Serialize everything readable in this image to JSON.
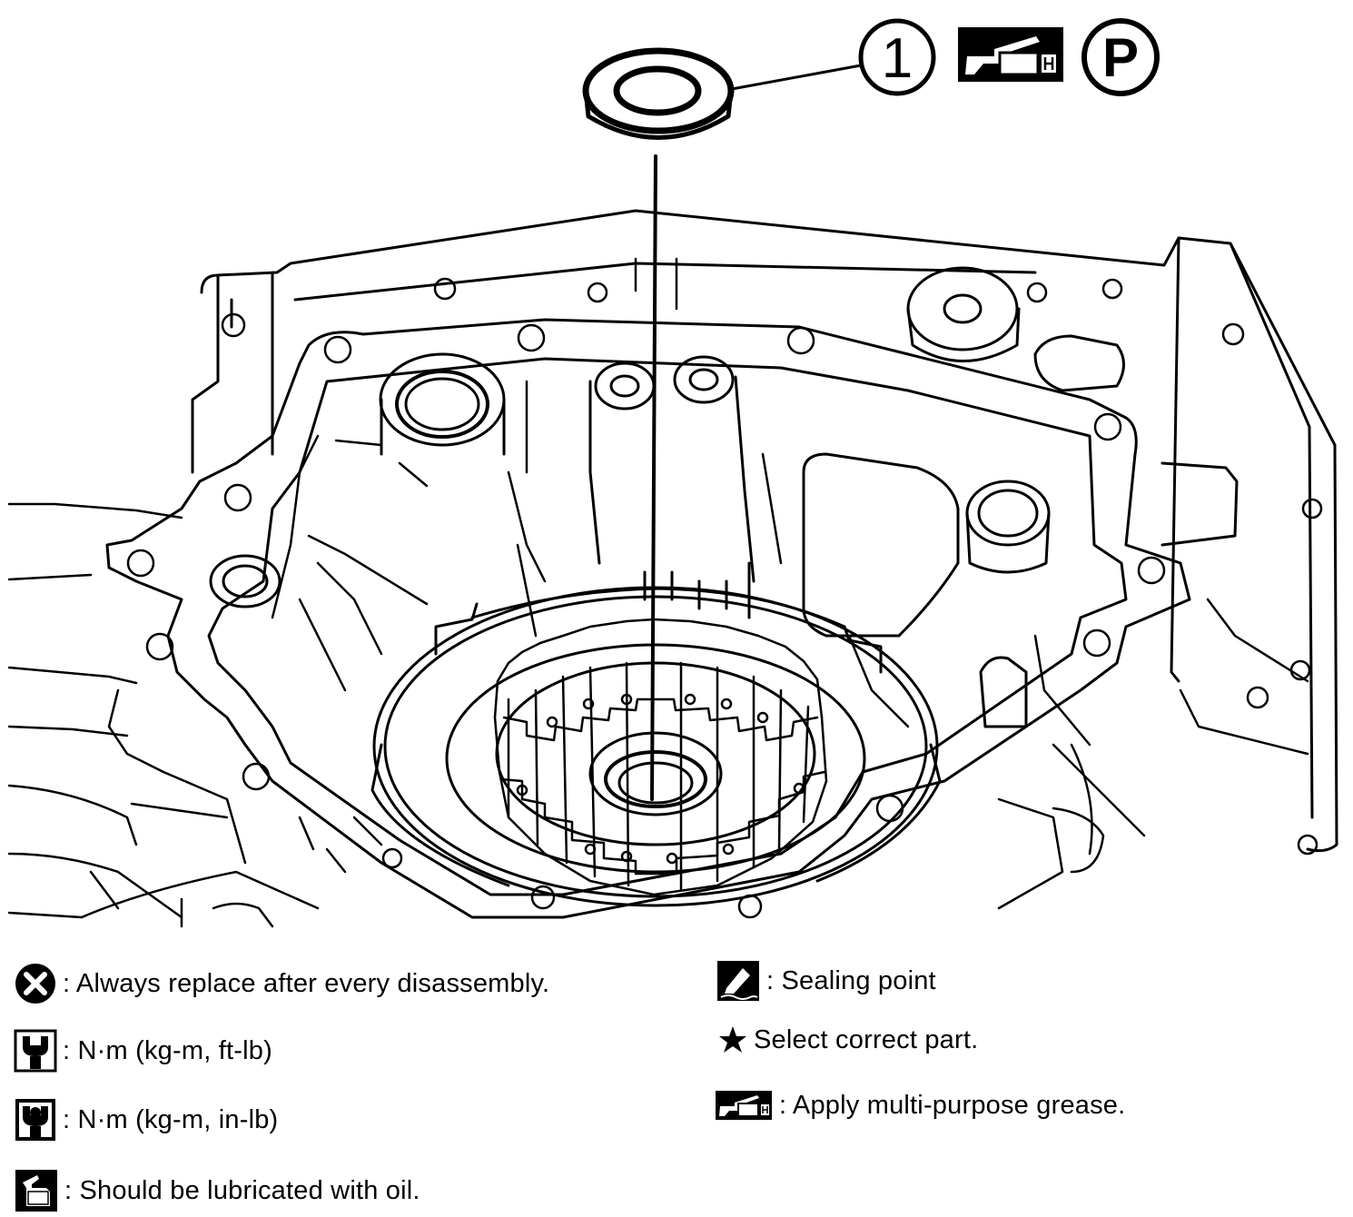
{
  "callout": {
    "number": "1",
    "symbol": "P",
    "grease_icon": "grease-icon"
  },
  "legend": {
    "replace": {
      "icon": "x-circle-icon",
      "text": ": Always replace after every disassembly."
    },
    "torque_ft": {
      "icon": "wrench-icon",
      "text": ": N·m (kg-m, ft-lb)"
    },
    "torque_in": {
      "icon": "wrench-filled-icon",
      "text": ": N·m (kg-m, in-lb)"
    },
    "oil": {
      "icon": "oil-can-icon",
      "text": ": Should be lubricated with oil."
    },
    "sealing": {
      "icon": "sealant-icon",
      "text": ": Sealing point"
    },
    "select": {
      "icon": "star-icon",
      "text": "Select correct part."
    },
    "grease": {
      "icon": "grease-icon",
      "text": ": Apply multi-purpose grease."
    }
  }
}
